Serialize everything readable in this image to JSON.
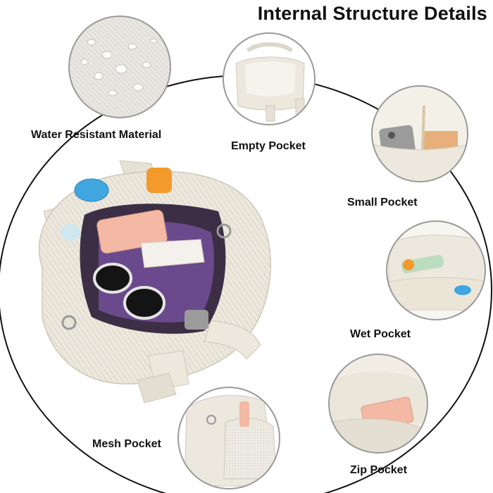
{
  "title": "Internal Structure Details",
  "callouts": [
    {
      "label": "Water Resistant Material",
      "icon": "water-resistant-fabric-photo"
    },
    {
      "label": "Empty Pocket",
      "icon": "empty-pocket-photo"
    },
    {
      "label": "Small Pocket",
      "icon": "small-pocket-photo"
    },
    {
      "label": "Wet Pocket",
      "icon": "wet-pocket-photo"
    },
    {
      "label": "Zip Pocket",
      "icon": "zip-pocket-photo"
    },
    {
      "label": "Mesh Pocket",
      "icon": "mesh-pocket-photo"
    }
  ],
  "colors": {
    "bag": "#ece8dd",
    "bag_shadow": "#d6d0c2",
    "ring": "#111111",
    "frame": "#9a9a9a",
    "purple": "#6a4a8c",
    "orange": "#f39a2c",
    "blue": "#3fa6e0",
    "pink": "#f3b9a4"
  }
}
